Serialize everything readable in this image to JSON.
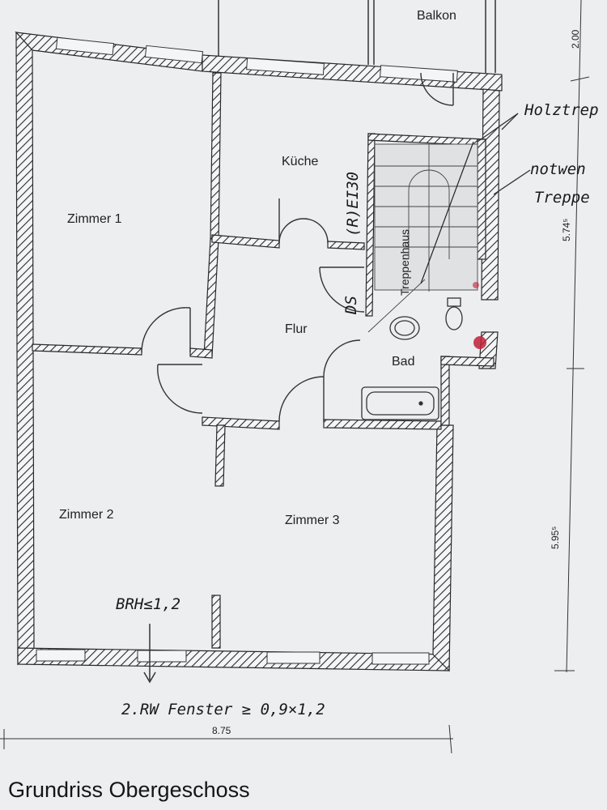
{
  "rooms": {
    "balkon": "Balkon",
    "kueche": "Küche",
    "zimmer1": "Zimmer 1",
    "flur": "Flur",
    "bad": "Bad",
    "treppenhaus": "Treppenhaus",
    "zimmer2": "Zimmer 2",
    "zimmer3": "Zimmer 3"
  },
  "dimensions": {
    "balkon_depth": "2.00",
    "upper_depth": "5.74⁵",
    "lower_depth": "5.95⁵",
    "width": "8.75"
  },
  "handwritten": {
    "holztreppe": "Holztrep",
    "notwendig": "notwen",
    "treppe": "Treppe",
    "rei30": "(R)EI30",
    "ds": "DS",
    "brh": "BRH≤1,2",
    "fenster": "2.RW Fenster ≥ 0,9×1,2"
  },
  "title": "Grundriss Obergeschoss",
  "colors": {
    "wall": "#2a2a2a",
    "paper": "#eceef0",
    "red_mark": "#c0203a"
  }
}
